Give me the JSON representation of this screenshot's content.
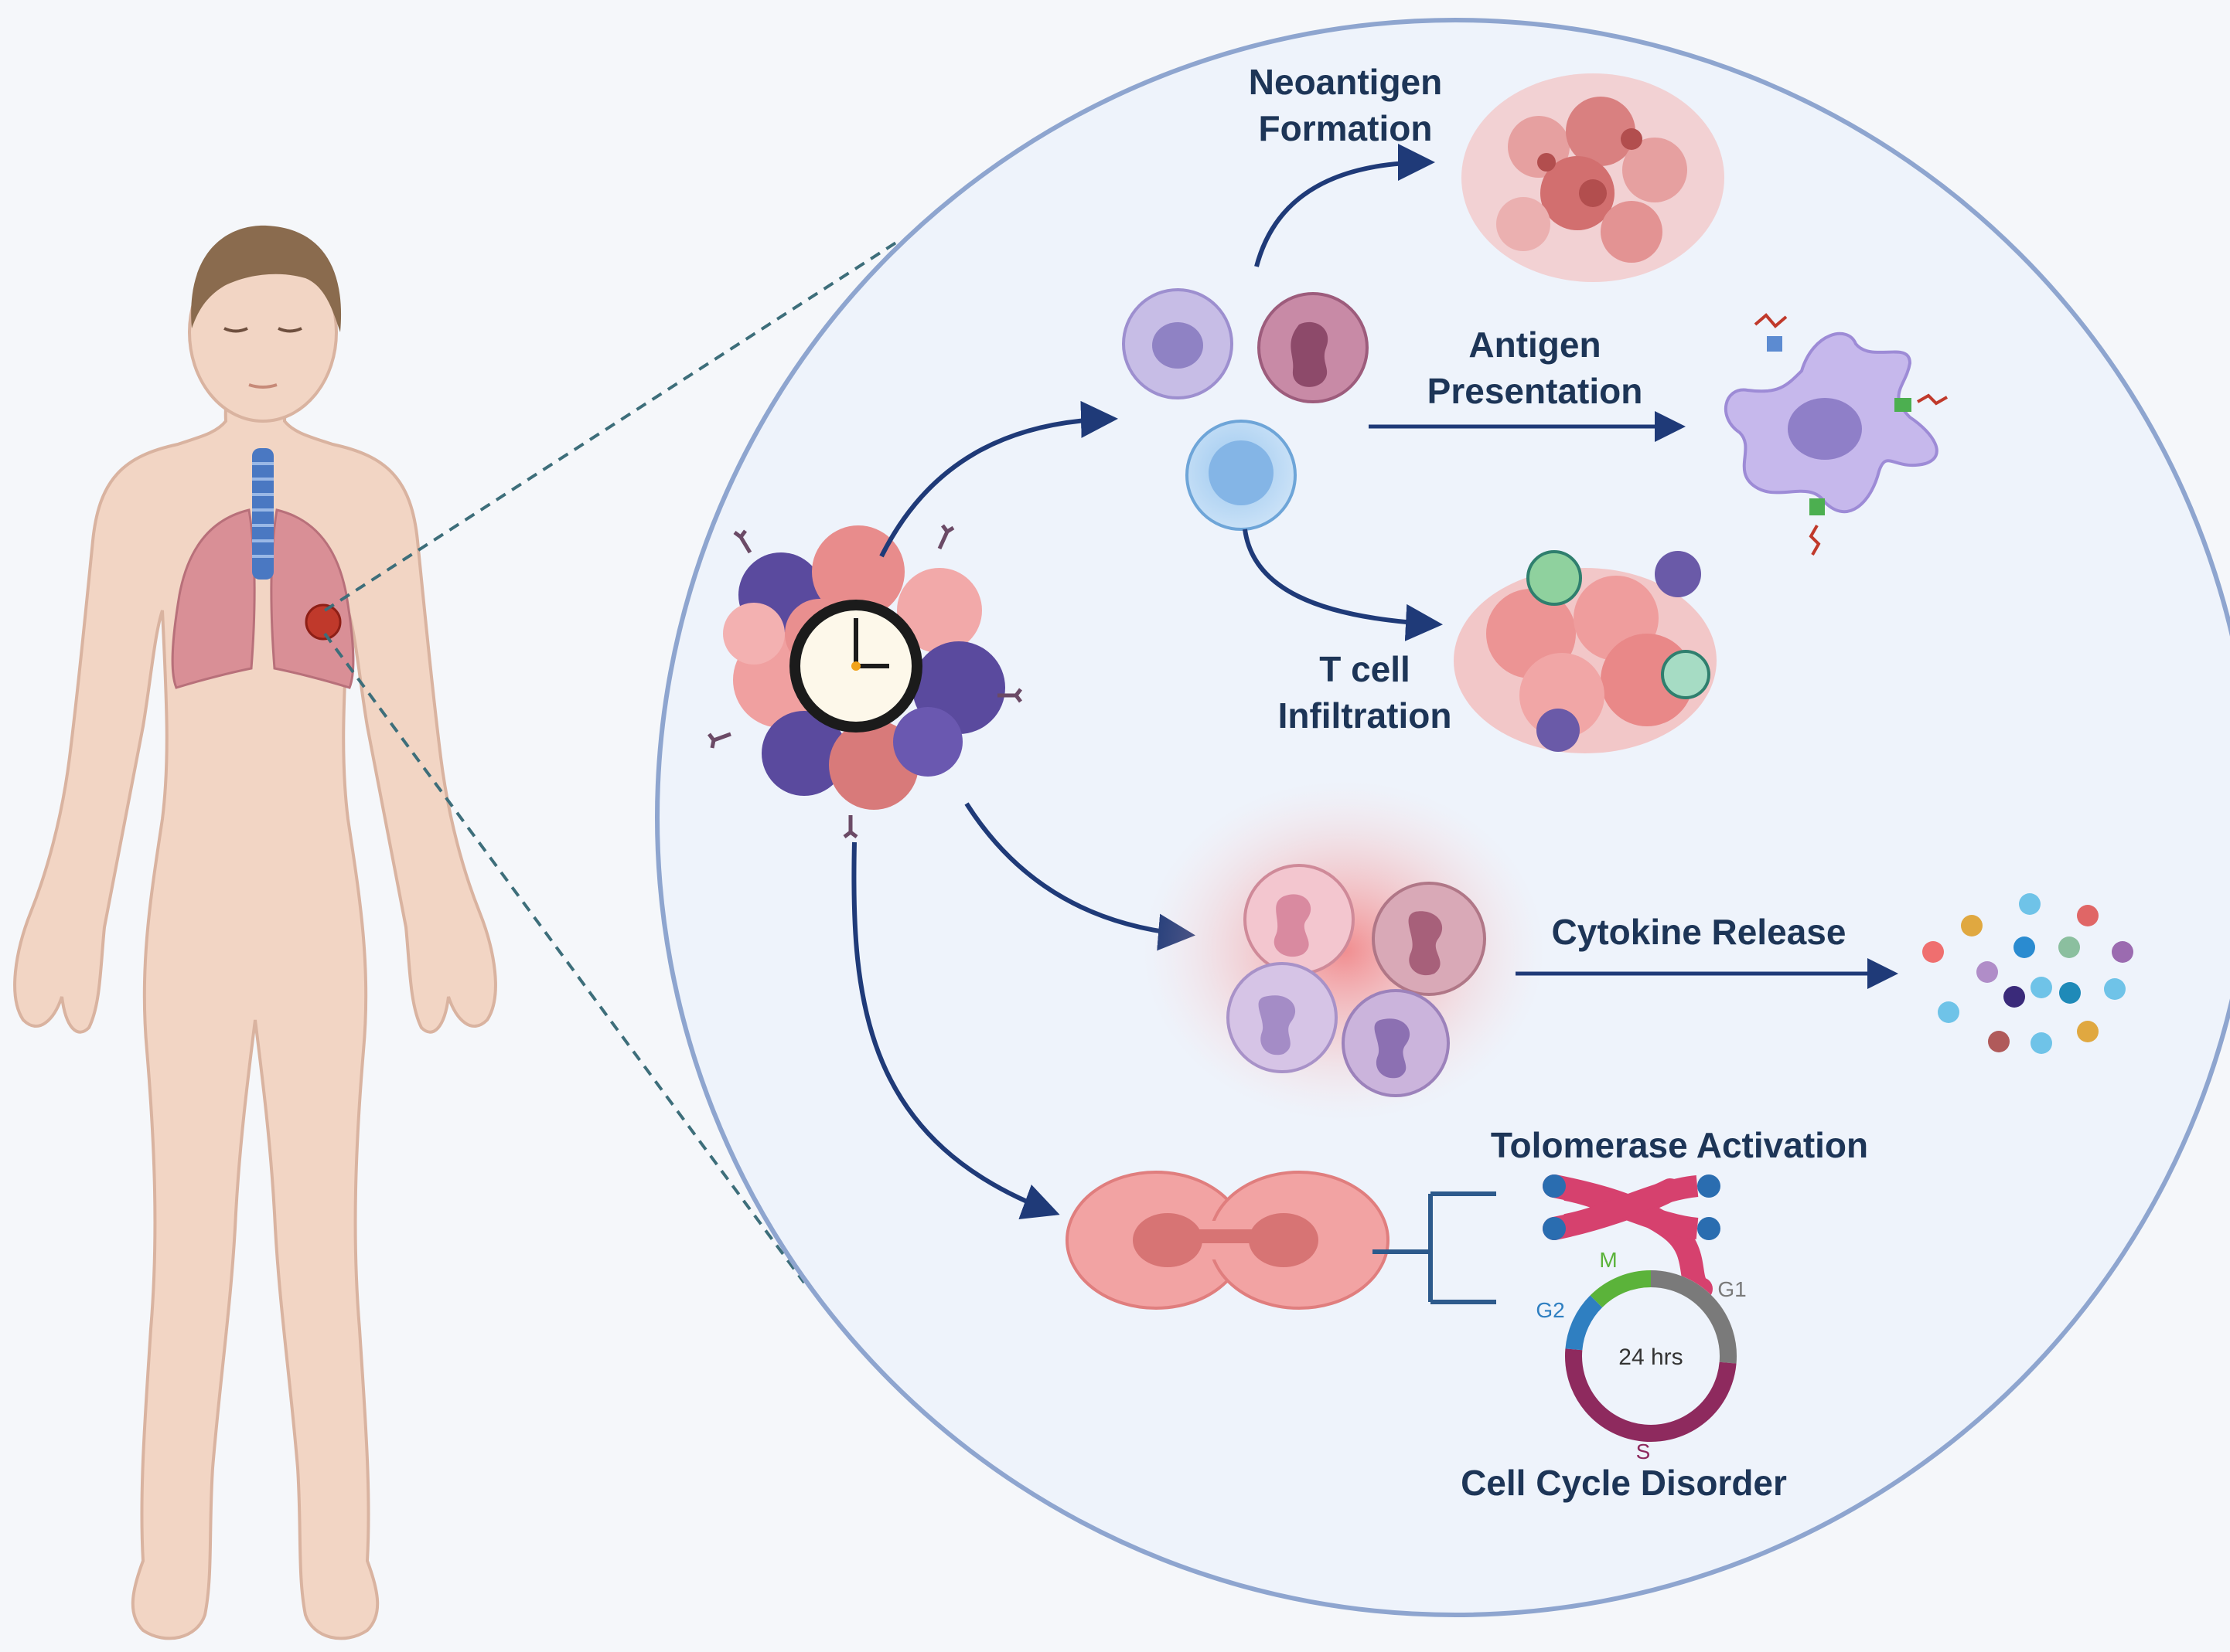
{
  "labels": {
    "neoantigen_line1": "Neoantigen",
    "neoantigen_line2": "Formation",
    "antigen_line1": "Antigen",
    "antigen_line2": "Presentation",
    "tcell_line1": "T cell",
    "tcell_line2": "Infiltration",
    "cytokine": "Cytokine Release",
    "telomerase": "Tolomerase Activation",
    "cell_cycle": "Cell Cycle Disorder"
  },
  "cell_cycle": {
    "center": "24 hrs",
    "phases": [
      {
        "name": "M",
        "color": "#5bb33a"
      },
      {
        "name": "G1",
        "color": "#7a7a7a"
      },
      {
        "name": "S",
        "color": "#8e2a5e"
      },
      {
        "name": "G2",
        "color": "#2f7fc1"
      }
    ]
  },
  "colors": {
    "arrow": "#1f3a78",
    "label": "#1d3557",
    "circle_border": "#8ea5cf",
    "circle_fill": "#eef3fb",
    "tumor_pink": "#e88c8c",
    "tumor_purple": "#5a4a9e",
    "skin": "#f2d5c4"
  }
}
